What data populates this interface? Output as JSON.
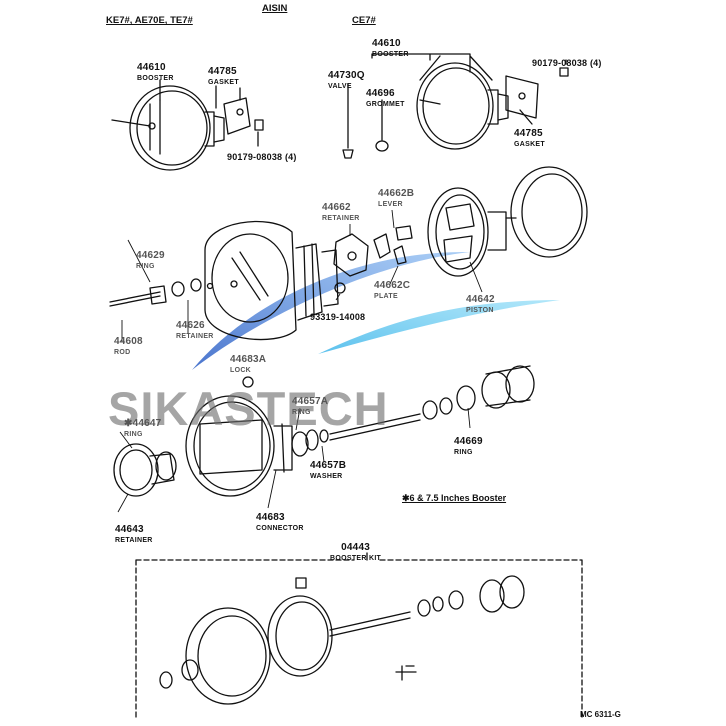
{
  "headers": {
    "left_models": "KE7#, AE70E, TE7#",
    "maker": "AISIN",
    "right_models": "CE7#"
  },
  "labels": {
    "l_44610": {
      "part": "44610",
      "name": "BOOSTER"
    },
    "l_44785": {
      "part": "44785",
      "name": "GASKET"
    },
    "l_90179_left": {
      "part": "90179-08038 (4)",
      "name": ""
    },
    "r_44610": {
      "part": "44610",
      "name": "BOOSTER"
    },
    "r_44730q": {
      "part": "44730Q",
      "name": "VALVE"
    },
    "r_44696": {
      "part": "44696",
      "name": "GROMMET"
    },
    "r_90179": {
      "part": "90179-08038 (4)",
      "name": ""
    },
    "r_44785": {
      "part": "44785",
      "name": "GASKET"
    },
    "m_44662": {
      "part": "44662",
      "name": "RETAINER"
    },
    "m_44662b": {
      "part": "44662B",
      "name": "LEVER"
    },
    "m_44629": {
      "part": "44629",
      "name": "RING"
    },
    "m_44662c": {
      "part": "44662C",
      "name": "PLATE"
    },
    "m_44642": {
      "part": "44642",
      "name": "PISTON"
    },
    "m_93319": {
      "part": "93319-14008",
      "name": ""
    },
    "m_44626": {
      "part": "44626",
      "name": "RETAINER"
    },
    "m_44608": {
      "part": "44608",
      "name": "ROD"
    },
    "m_44683a": {
      "part": "44683A",
      "name": "LOCK"
    },
    "b_44647": {
      "part": "✱44647",
      "name": "RING"
    },
    "b_44657a": {
      "part": "44657A",
      "name": "RING"
    },
    "b_44669": {
      "part": "44669",
      "name": "RING"
    },
    "b_44657b": {
      "part": "44657B",
      "name": "WASHER"
    },
    "b_44643": {
      "part": "44643",
      "name": "RETAINER"
    },
    "b_44683": {
      "part": "44683",
      "name": "CONNECTOR"
    },
    "kit_04443": {
      "part": "04443",
      "name": "BOOSTER KIT"
    }
  },
  "note": "✱6 & 7.5 Inches Booster",
  "watermark": "SIKASTECH",
  "footer_code": "MC 6311-G",
  "colors": {
    "ink": "#111111",
    "swoosh_blue": "#3b82d6",
    "swoosh_cyan": "#5bc8f0",
    "watermark_gray": "#8a8a8a"
  }
}
